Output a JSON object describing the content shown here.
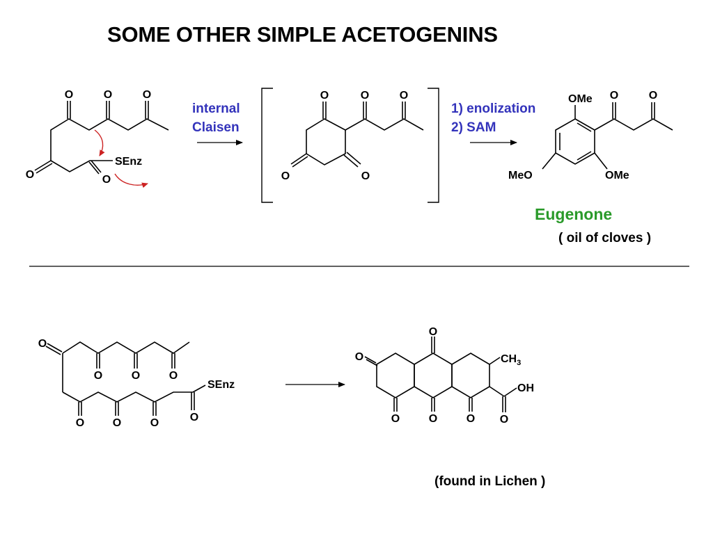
{
  "slide": {
    "title": "SOME OTHER SIMPLE ACETOGENINS",
    "step1_reagent": [
      "internal",
      "Claisen"
    ],
    "step2_reagent": [
      "1) enolization",
      "2) SAM"
    ],
    "product_name": "Eugenone",
    "product_note": "( oil of cloves )",
    "lichen_note": "(found in Lichen )",
    "atom_labels": {
      "oxygen": "O",
      "thioester": "SEnz",
      "methoxy": "OMe",
      "methoxy_left": "MeO",
      "methyl": "CH",
      "methyl_sub": "3",
      "hydroxyl": "OH"
    },
    "colors": {
      "reagent_text": "#3333bb",
      "product_name": "#2a9a2a",
      "mechanism_arrow": "#cc2222"
    }
  }
}
